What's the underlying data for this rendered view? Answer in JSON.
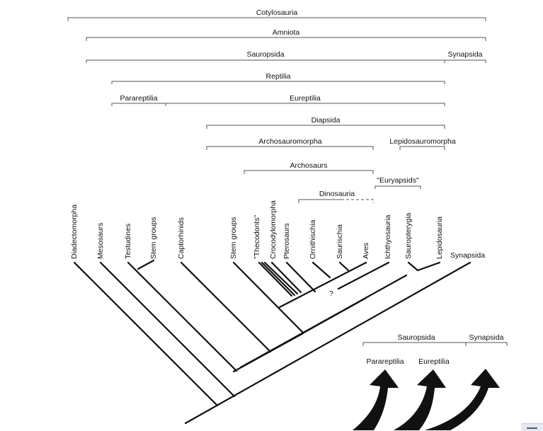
{
  "clades": {
    "cotylosauria": "Cotylosauria",
    "amniota": "Amniota",
    "sauropsida": "Sauropsida",
    "synapsida": "Synapsida",
    "reptilia": "Reptilia",
    "parareptilia": "Parareptilia",
    "eureptilia": "Eureptilia",
    "diapsida": "Diapsida",
    "archosauromorpha": "Archosauromorpha",
    "lepidosauromorpha": "Lepidosauromorpha",
    "archosaurs": "Archosaurs",
    "euryapsids": "\"Euryapsids\"",
    "dinosauria": "Dinosauria"
  },
  "taxa": {
    "diadectomorpha": "Diadectomorpha",
    "mesosaurs": "Mesosaurs",
    "testudines": "Testudines",
    "stem_groups_1": "Stem groups",
    "captorhinids": "Captorhinids",
    "stem_groups_2": "Stem groups",
    "thecodonts": "\"Thecodonts\"",
    "crocodylomorpha": "Crocodylomorpha",
    "pterosaurs": "Pterosaurs",
    "ornithischia": "Ornithischia",
    "saurischia": "Saurischia",
    "aves": "Aves",
    "ichthyosauria": "Ichthyosauria",
    "sauropterygia": "Sauropterygia",
    "lepidosauria": "Lepidosauria",
    "synapsida": "Synapsida"
  },
  "uncertain_mark": "?",
  "inset": {
    "sauropsida": "Sauropsida",
    "synapsida": "Synapsida",
    "parareptilia": "Parareptilia",
    "eureptilia": "Eureptilia"
  }
}
